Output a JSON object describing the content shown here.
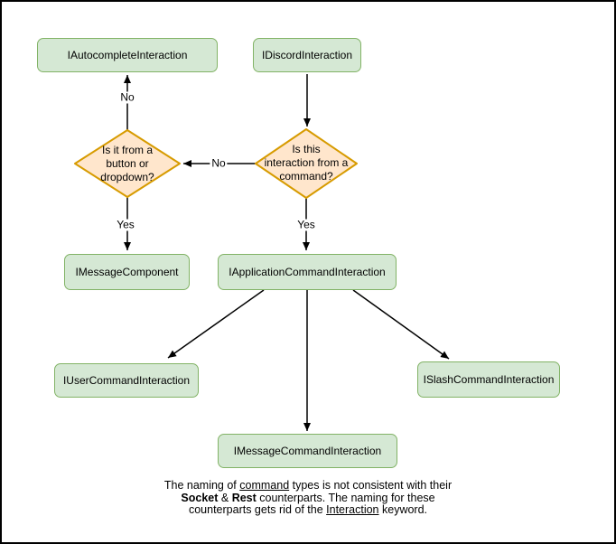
{
  "diagram": {
    "nodes": {
      "autocomplete": {
        "label": "IAutocompleteInteraction"
      },
      "discord": {
        "label": "IDiscordInteraction"
      },
      "message_component": {
        "label": "IMessageComponent"
      },
      "application_command": {
        "label": "IApplicationCommandInteraction"
      },
      "user_command": {
        "label": "IUserCommandInteraction"
      },
      "slash_command": {
        "label": "ISlashCommandInteraction"
      },
      "message_command": {
        "label": "IMessageCommandInteraction"
      }
    },
    "decisions": {
      "button_dropdown": {
        "lines": [
          "Is it from a",
          "button or",
          "dropdown?"
        ]
      },
      "from_command": {
        "lines": [
          "Is this",
          "interaction from a",
          "command?"
        ]
      }
    },
    "edge_labels": {
      "no_top": "No",
      "no_mid": "No",
      "yes_left": "Yes",
      "yes_right": "Yes"
    },
    "colors": {
      "node_fill": "#d5e8d4",
      "node_stroke": "#82b366",
      "decision_fill": "#ffe6cc",
      "decision_stroke": "#d79b00",
      "arrow": "#000000"
    },
    "footer": {
      "line1a": "The naming of ",
      "line1b": "command",
      "line1c": " types is not consistent with their",
      "line2a": "Socket",
      "line2b": " & ",
      "line2c": "Rest",
      "line2d": " counterparts. The naming for these",
      "line3a": "counterparts gets rid of the ",
      "line3b": "Interaction",
      "line3c": " keyword."
    }
  }
}
